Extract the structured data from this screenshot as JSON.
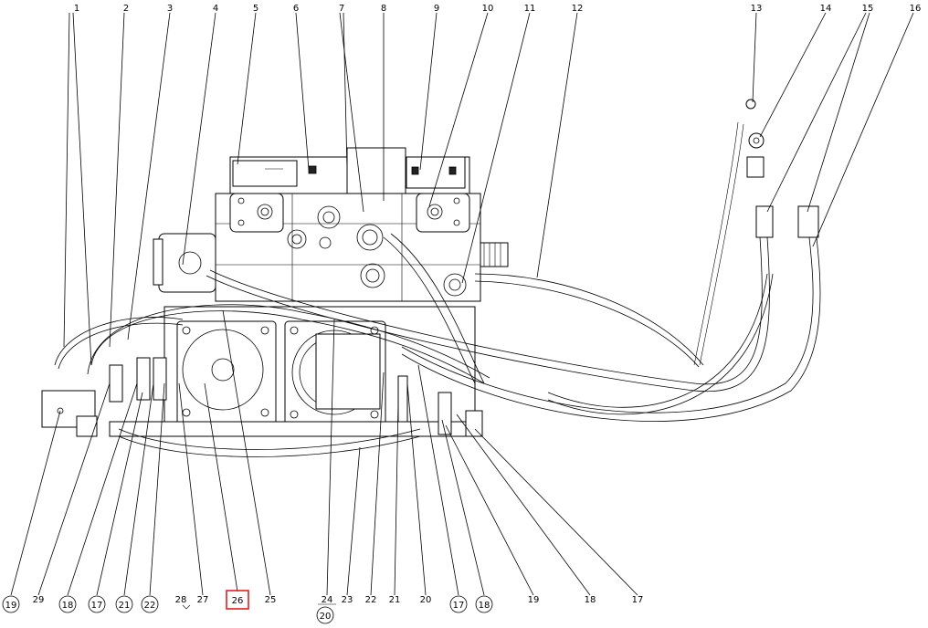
{
  "top_callouts": [
    "1",
    "2",
    "3",
    "4",
    "5",
    "6",
    "7",
    "8",
    "9",
    "10",
    "11",
    "12",
    "13",
    "14",
    "15",
    "16"
  ],
  "bottom_callouts": [
    "19",
    "29",
    "18",
    "17",
    "21",
    "22",
    "28",
    "27",
    "26",
    "25",
    "24",
    "20",
    "23",
    "22",
    "21",
    "20",
    "17",
    "18",
    "19",
    "18",
    "17"
  ],
  "highlight_color": "#e02020"
}
